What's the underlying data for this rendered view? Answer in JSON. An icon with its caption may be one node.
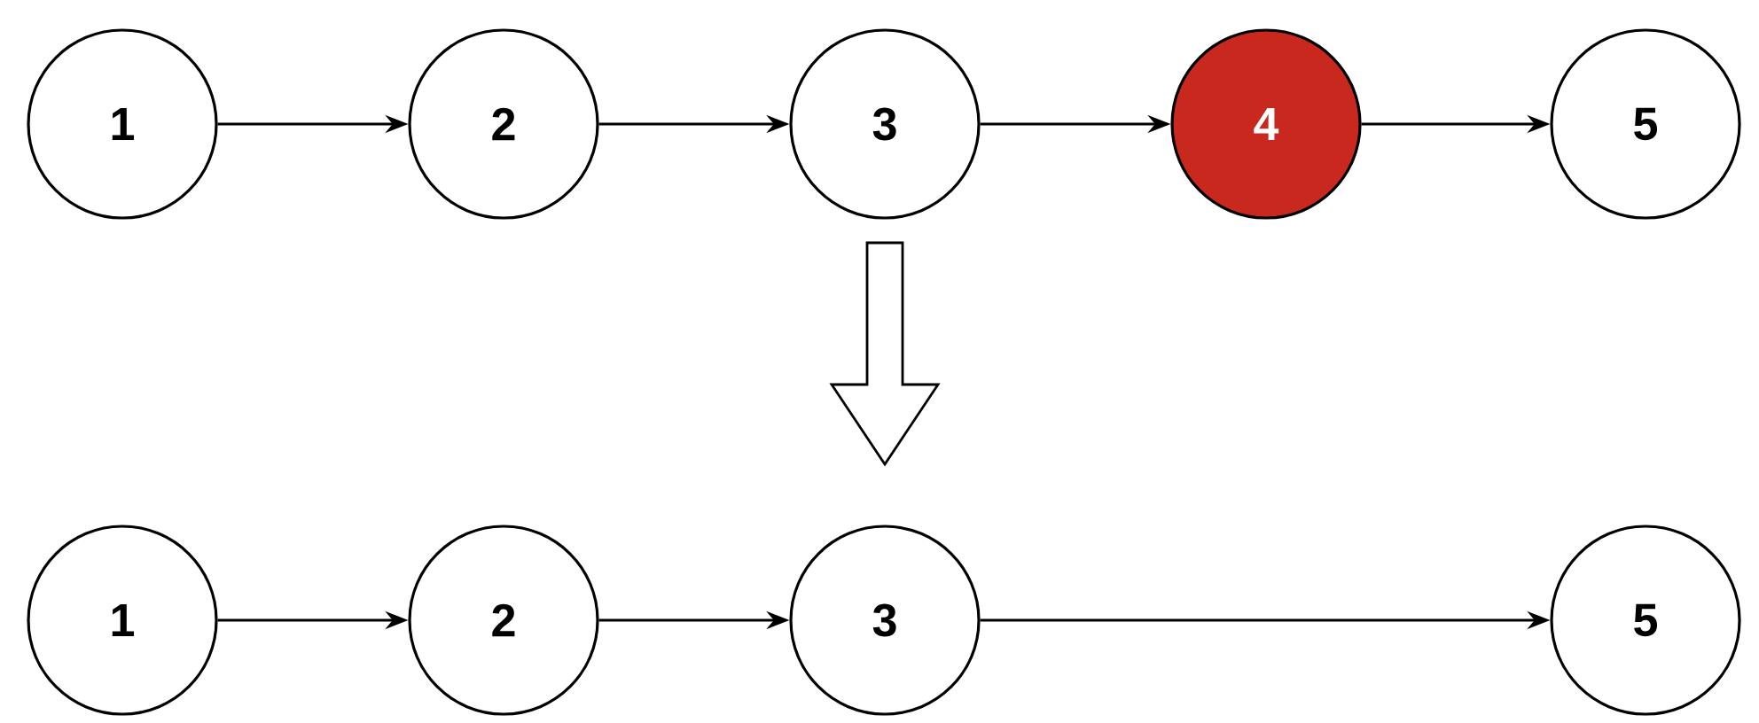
{
  "diagram": {
    "nodes": [
      {
        "text": [
          "1"
        ]
      },
      {
        "text": [
          "2"
        ]
      },
      {
        "text": [
          "3"
        ]
      },
      {
        "text": [
          "4"
        ]
      },
      {
        "text": [
          "5"
        ]
      },
      {
        "text": [
          "1"
        ]
      },
      {
        "text": [
          "2"
        ]
      },
      {
        "text": [
          "3"
        ]
      },
      {
        "text": [
          "5"
        ]
      }
    ],
    "edges": [
      {
        "from": 0,
        "to": 1,
        "arrow": "to"
      },
      {
        "from": 1,
        "to": 2,
        "arrow": "to"
      },
      {
        "from": 2,
        "to": 3,
        "arrow": "to"
      },
      {
        "from": 3,
        "to": 4,
        "arrow": "to"
      },
      {
        "from": 2,
        "to": 7,
        "arrow": "to",
        "style": "thick"
      },
      {
        "from": 5,
        "to": 6,
        "arrow": "to"
      },
      {
        "from": 6,
        "to": 7,
        "arrow": "to"
      },
      {
        "from": 7,
        "to": 8,
        "arrow": "to"
      }
    ]
  }
}
